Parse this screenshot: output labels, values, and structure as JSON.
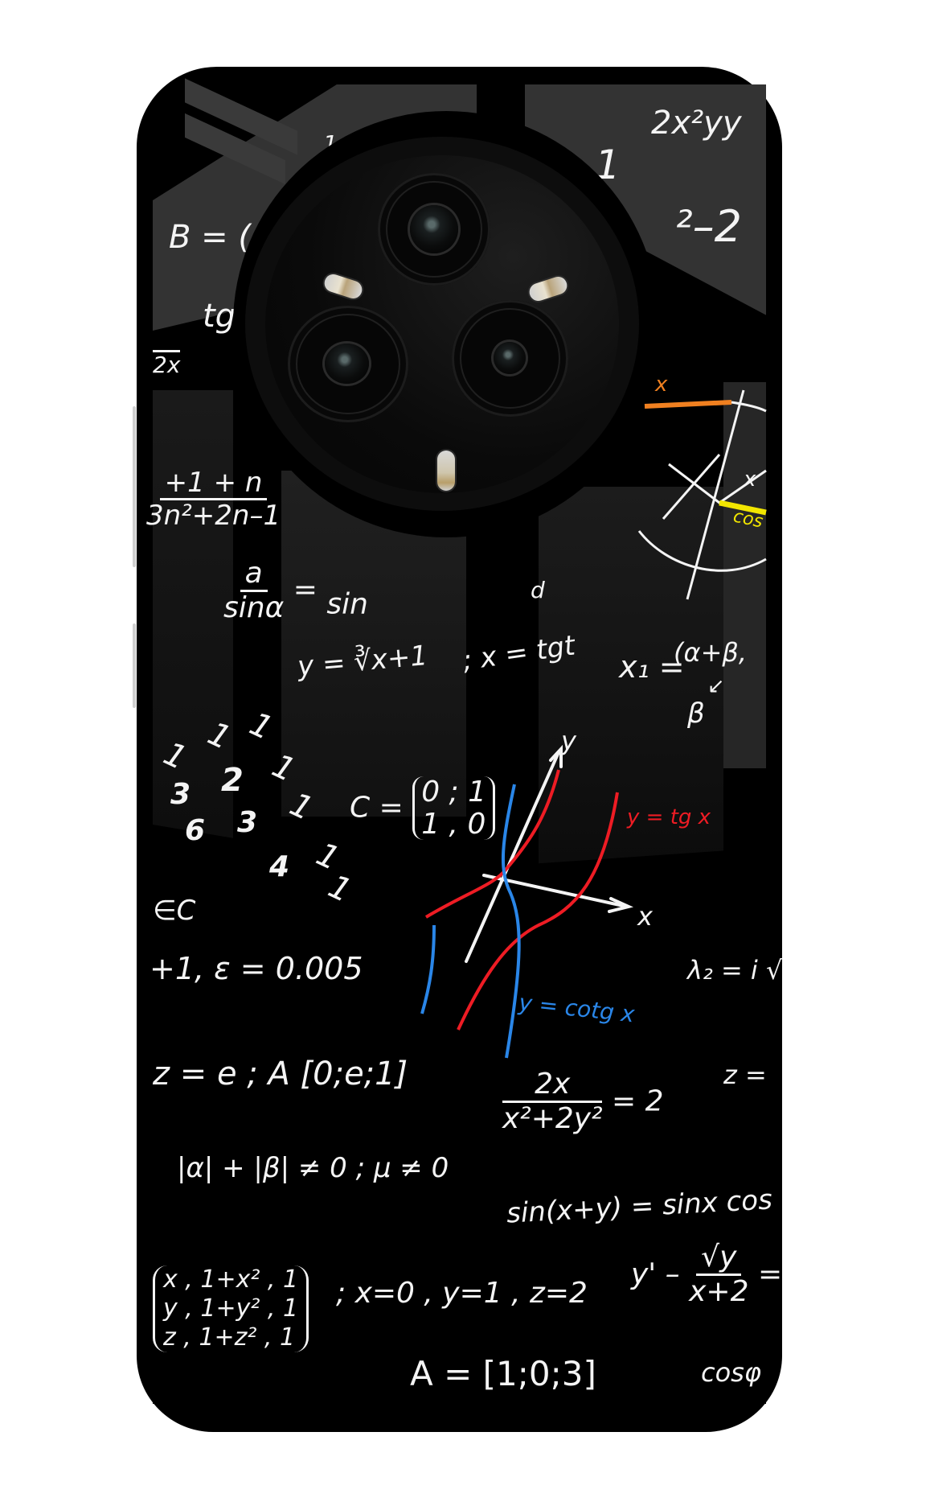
{
  "product": {
    "type": "phone back case",
    "theme": "chalkboard math formulas",
    "colors": {
      "background": "#000000",
      "board_grey": "#333333",
      "chalk": "#f4f4f4",
      "red_curve": "#ee1c24",
      "blue_curve": "#2a86e8",
      "yellow_mark": "#f2e600",
      "orange_mark": "#f08020",
      "camera_ring": "#9a9a9a"
    }
  },
  "camera": {
    "lenses": 3,
    "flashes": 3
  },
  "formulas": {
    "top_right_1": "2x²yy",
    "top_right_2": "²–2",
    "top_one": "1",
    "top_tick": "1",
    "b_matrix": "B = (",
    "tg_fragment": "tg",
    "frac_2x": "2x",
    "series_num": "+1 + n",
    "series_den": "3n²+2n–1",
    "law_sines_num": "a",
    "law_sines_den": "sinα",
    "law_sines_eq": "=",
    "law_sines_right": "sin",
    "small_d": "d",
    "cube_root": "y = ∛x+1",
    "param": "; x = tgt",
    "x1_label": "x₁ =",
    "x1_paren": "(α+β,",
    "x1_beta": "β",
    "x1_arrow": "↙",
    "c_matrix_label": "C =",
    "c_matrix_row1": "0 ; 1",
    "c_matrix_row2": "1 , 0",
    "epsilon_c": "∈C",
    "epsilon_eq": "+1, ε = 0.005",
    "lambda": "λ₂ = i √",
    "z_eq": "z = e ; A [0;e;1]",
    "z_right": "z =",
    "frac_main_num": "2x",
    "frac_main_den": "x²+2y²",
    "frac_main_eq": "= 2",
    "abs_ineq": "|α| + |β| ≠ 0 ; μ ≠ 0",
    "sin_sum": "sin(x+y) = sinx cos",
    "matrix3_row1": "x , 1+x² , 1",
    "matrix3_row2": "y , 1+y² , 1",
    "matrix3_row3": "z , 1+z² , 1",
    "xyz_values": "; x=0 , y=1 , z=2",
    "deriv_left": "y' –",
    "deriv_num": "√y",
    "deriv_den": "x+2",
    "deriv_eq": "=",
    "vector_a": "A = [1;0;3]",
    "cos_phi": "cosφ",
    "tg_label": "y = tg x",
    "cotg_label": "y = cotg x",
    "axis_x": "x",
    "axis_y": "y",
    "geo_x": "x",
    "geo_cos": "cos",
    "geo_top": "x",
    "number_cluster": [
      "1",
      "1",
      "1",
      "1",
      "2",
      "3",
      "1",
      "6",
      "3",
      "1",
      "4",
      "1",
      "1"
    ]
  }
}
